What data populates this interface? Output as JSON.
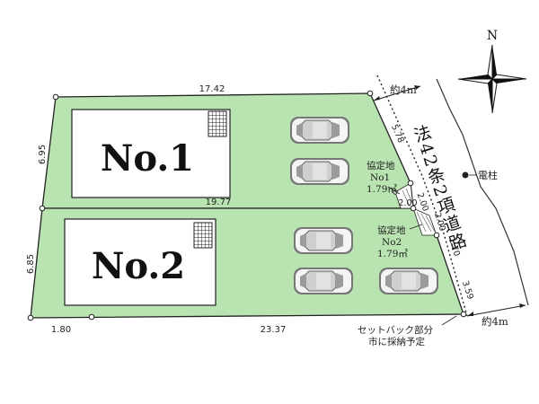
{
  "north_label": "N",
  "lots": [
    {
      "name": "No.1"
    },
    {
      "name": "No.2"
    }
  ],
  "dimensions": {
    "top": "17.42",
    "left_lot1": "6.95",
    "left_lot2": "6.85",
    "mid": "19.77",
    "bottom_left": "1.80",
    "bottom": "23.37",
    "diag_5_78": "5.78",
    "diag_2_00_a": "2.00",
    "diag_2_00_b": "2.00",
    "diag_2_00_c": "2.00",
    "diag_1_70": "1.70",
    "diag_3_59": "3.59"
  },
  "agreement_lots": [
    {
      "line1": "協定地",
      "line2": "No1",
      "area": "1.79㎡"
    },
    {
      "line1": "協定地",
      "line2": "No2",
      "area": "1.79㎡"
    }
  ],
  "road": {
    "text": "法42条2項道路",
    "width_top": "約4m",
    "width_bottom": "約4m"
  },
  "utility_pole": "電柱",
  "setback": {
    "line1": "セットバック部分",
    "line2": "市に採納予定"
  },
  "colors": {
    "lot_fill": "#b9e3b1",
    "outline": "#222222"
  }
}
